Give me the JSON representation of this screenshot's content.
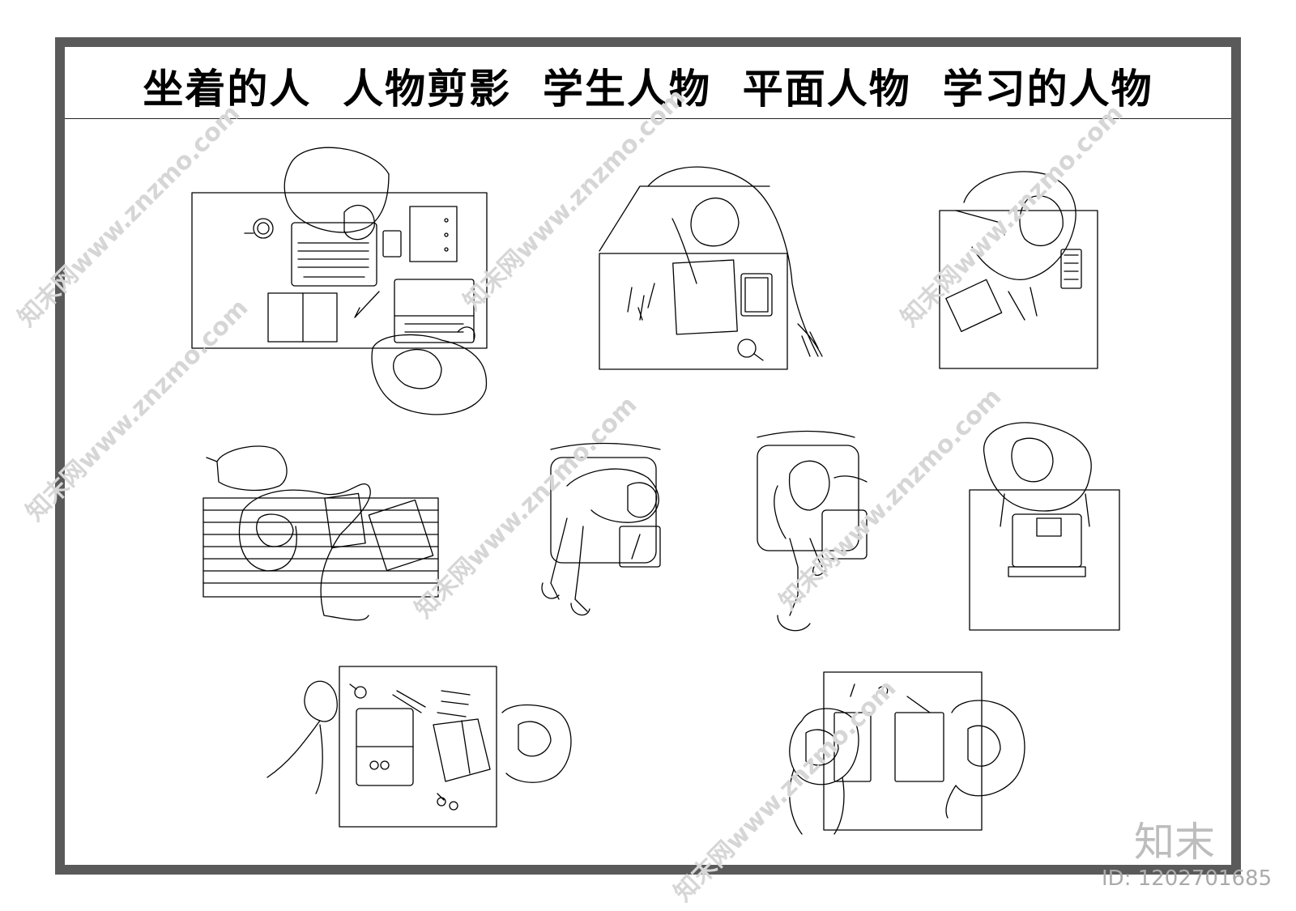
{
  "title": "坐着的人  人物剪影  学生人物  平面人物  学习的人物",
  "watermarks": [
    "知末网www.znzmo.com",
    "知末网www.znzmo.com",
    "知末网www.znzmo.com",
    "知末网www.znzmo.com",
    "知末网www.znzmo.com",
    "知末网www.znzmo.com",
    "知末网www.znzmo.com"
  ],
  "brand": "知末",
  "image_id": "ID: 1202701685",
  "colors": {
    "frame": "#5a5a5a",
    "line": "#000000",
    "watermark": "#d6d6d6"
  }
}
